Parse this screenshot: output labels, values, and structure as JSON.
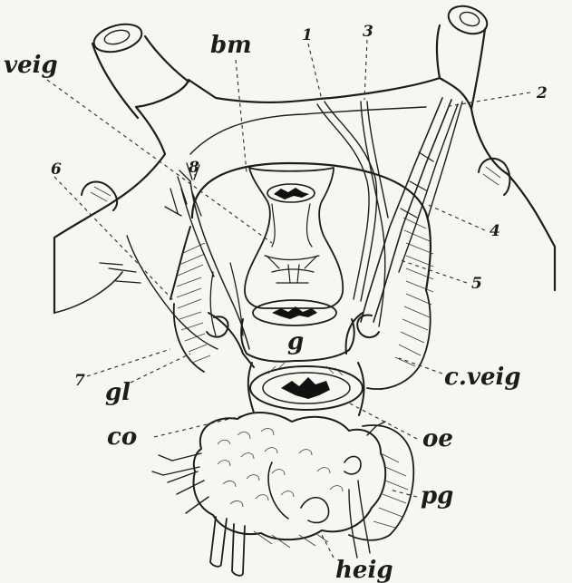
{
  "figure": {
    "labels": {
      "veig": "veig",
      "bm": "bm",
      "n1": "1",
      "n3": "3",
      "n2": "2",
      "n6": "6",
      "n8": "8",
      "n4": "4",
      "n5": "5",
      "g": "g",
      "n7": "7",
      "gl": "gl",
      "cveig": "c.veig",
      "co": "co",
      "oe": "oe",
      "pg": "pg",
      "heig": "heig"
    }
  }
}
